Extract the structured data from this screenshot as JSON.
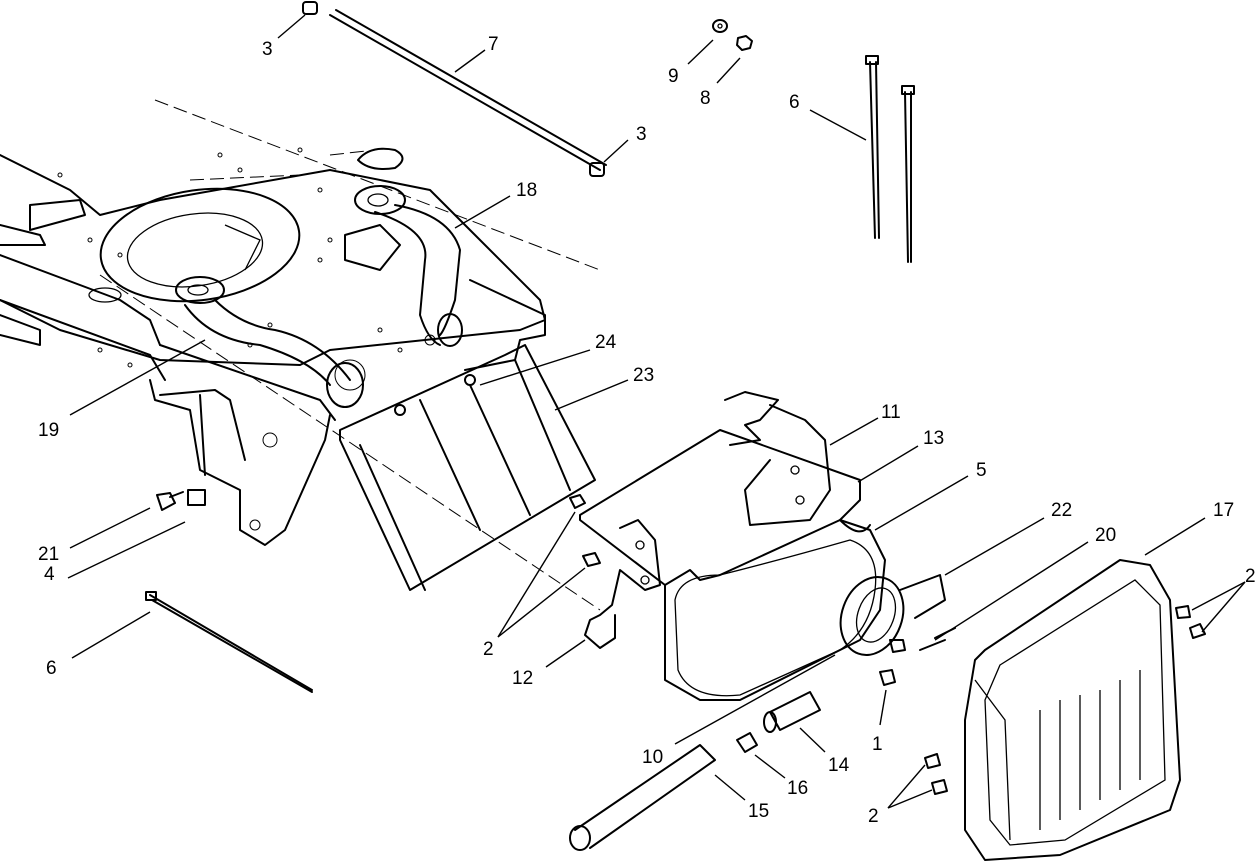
{
  "diagram": {
    "type": "exploded-parts-view",
    "callouts": [
      {
        "id": "c3a",
        "label": "3"
      },
      {
        "id": "c7",
        "label": "7"
      },
      {
        "id": "c9",
        "label": "9"
      },
      {
        "id": "c8",
        "label": "8"
      },
      {
        "id": "c6a",
        "label": "6"
      },
      {
        "id": "c3b",
        "label": "3"
      },
      {
        "id": "c18",
        "label": "18"
      },
      {
        "id": "c24",
        "label": "24"
      },
      {
        "id": "c23",
        "label": "23"
      },
      {
        "id": "c19",
        "label": "19"
      },
      {
        "id": "c11",
        "label": "11"
      },
      {
        "id": "c13",
        "label": "13"
      },
      {
        "id": "c5",
        "label": "5"
      },
      {
        "id": "c22",
        "label": "22"
      },
      {
        "id": "c20",
        "label": "20"
      },
      {
        "id": "c17",
        "label": "17"
      },
      {
        "id": "c2a",
        "label": "2"
      },
      {
        "id": "c21",
        "label": "21"
      },
      {
        "id": "c4",
        "label": "4"
      },
      {
        "id": "c6b",
        "label": "6"
      },
      {
        "id": "c2b",
        "label": "2"
      },
      {
        "id": "c12",
        "label": "12"
      },
      {
        "id": "c10",
        "label": "10"
      },
      {
        "id": "c1",
        "label": "1"
      },
      {
        "id": "c14",
        "label": "14"
      },
      {
        "id": "c16",
        "label": "16"
      },
      {
        "id": "c15",
        "label": "15"
      },
      {
        "id": "c2c",
        "label": "2"
      }
    ]
  }
}
